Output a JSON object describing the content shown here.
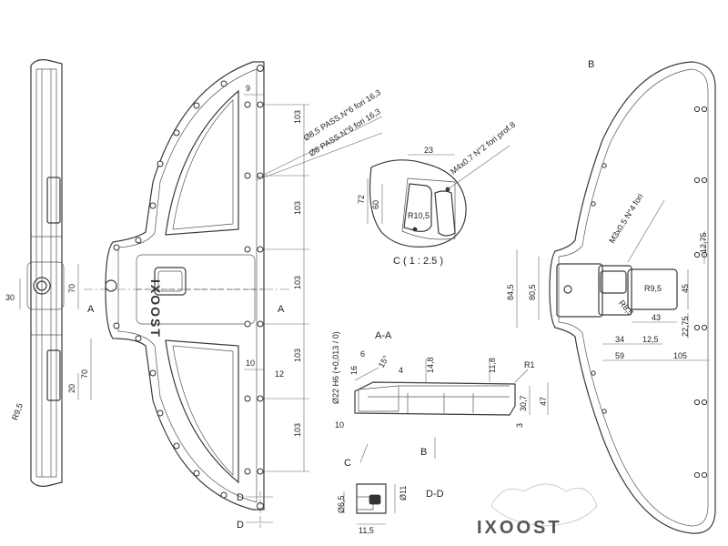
{
  "views": {
    "view_b_label": "B",
    "section_aa_label": "A-A",
    "section_dd_label": "D-D",
    "detail_c_label": "C ( 1 : 2.5 )",
    "cut_a_left": "A",
    "cut_a_right": "A",
    "cut_d_top": "D",
    "cut_d_bottom": "D",
    "arrow_c": "C",
    "arrow_b": "B"
  },
  "brand": {
    "logo_text": "IXOOST",
    "logo_vertical": "IXOOST"
  },
  "notes": {
    "holes_85": "Ø8,5 PASS.N°6 fori 16,3",
    "holes_8": "Ø8 PASS.N°6 fori 16,3",
    "thread_m4": "M4x0.7 N°2 fori prof.8",
    "thread_m3": "M3x0.5 N°4 fori",
    "bore_22": "Ø22 H6 (+0,013 / 0)"
  },
  "dimensions": {
    "front": {
      "d_9": "9",
      "d_103_a": "103",
      "d_103_b": "103",
      "d_103_c": "103",
      "d_103_d": "103",
      "d_103_e": "103",
      "d_10": "10",
      "d_12": "12"
    },
    "side": {
      "d_30": "30",
      "d_70_a": "70",
      "d_70_b": "70",
      "d_20": "20",
      "r_95": "R9,5"
    },
    "detail_c": {
      "d_23": "23",
      "d_72": "72",
      "d_60": "60",
      "r_105": "R10,5"
    },
    "section_aa": {
      "d_6": "6",
      "d_16": "16",
      "d_15deg": "15°",
      "d_4": "4",
      "d_148": "14,8",
      "d_118": "11,8",
      "r_1": "R1",
      "d_307": "30,7",
      "d_47": "47",
      "d_3": "3",
      "d_10": "10"
    },
    "section_dd": {
      "d_65": "Ø6,5",
      "d_11": "Ø11",
      "d_115": "11,5"
    },
    "view_b": {
      "d_1275_a": "12,75",
      "d_845": "84,5",
      "d_805": "80,5",
      "r_95": "R9,5",
      "r_85": "R8,5",
      "d_45": "45",
      "d_43": "43",
      "d_2275": "22,75",
      "d_34": "34",
      "d_125": "12,5",
      "d_59": "59",
      "d_105": "105"
    }
  }
}
